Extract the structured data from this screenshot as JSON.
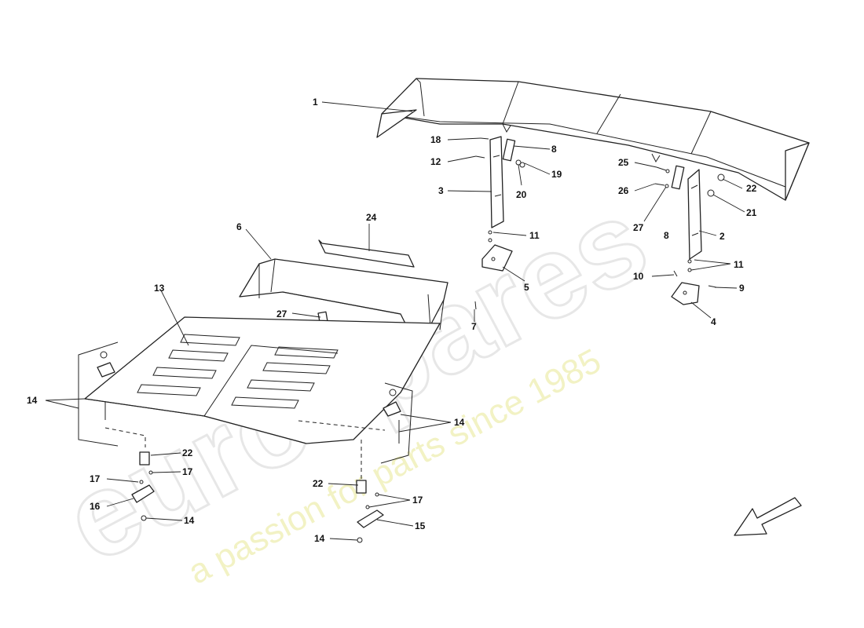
{
  "watermark": {
    "brand": "eurospares",
    "tagline": "a passion for parts since 1985"
  },
  "callouts": [
    {
      "label": "1"
    },
    {
      "label": "18"
    },
    {
      "label": "8"
    },
    {
      "label": "12"
    },
    {
      "label": "19"
    },
    {
      "label": "25"
    },
    {
      "label": "3"
    },
    {
      "label": "20"
    },
    {
      "label": "22"
    },
    {
      "label": "26"
    },
    {
      "label": "21"
    },
    {
      "label": "24"
    },
    {
      "label": "27"
    },
    {
      "label": "6"
    },
    {
      "label": "11"
    },
    {
      "label": "8"
    },
    {
      "label": "2"
    },
    {
      "label": "5"
    },
    {
      "label": "11"
    },
    {
      "label": "10"
    },
    {
      "label": "9"
    },
    {
      "label": "13"
    },
    {
      "label": "4"
    },
    {
      "label": "27"
    },
    {
      "label": "7"
    },
    {
      "label": "14"
    },
    {
      "label": "14"
    },
    {
      "label": "22"
    },
    {
      "label": "17"
    },
    {
      "label": "17"
    },
    {
      "label": "22"
    },
    {
      "label": "17"
    },
    {
      "label": "16"
    },
    {
      "label": "14"
    },
    {
      "label": "15"
    },
    {
      "label": "14"
    }
  ],
  "orientation_arrow": "direction-arrow-icon"
}
